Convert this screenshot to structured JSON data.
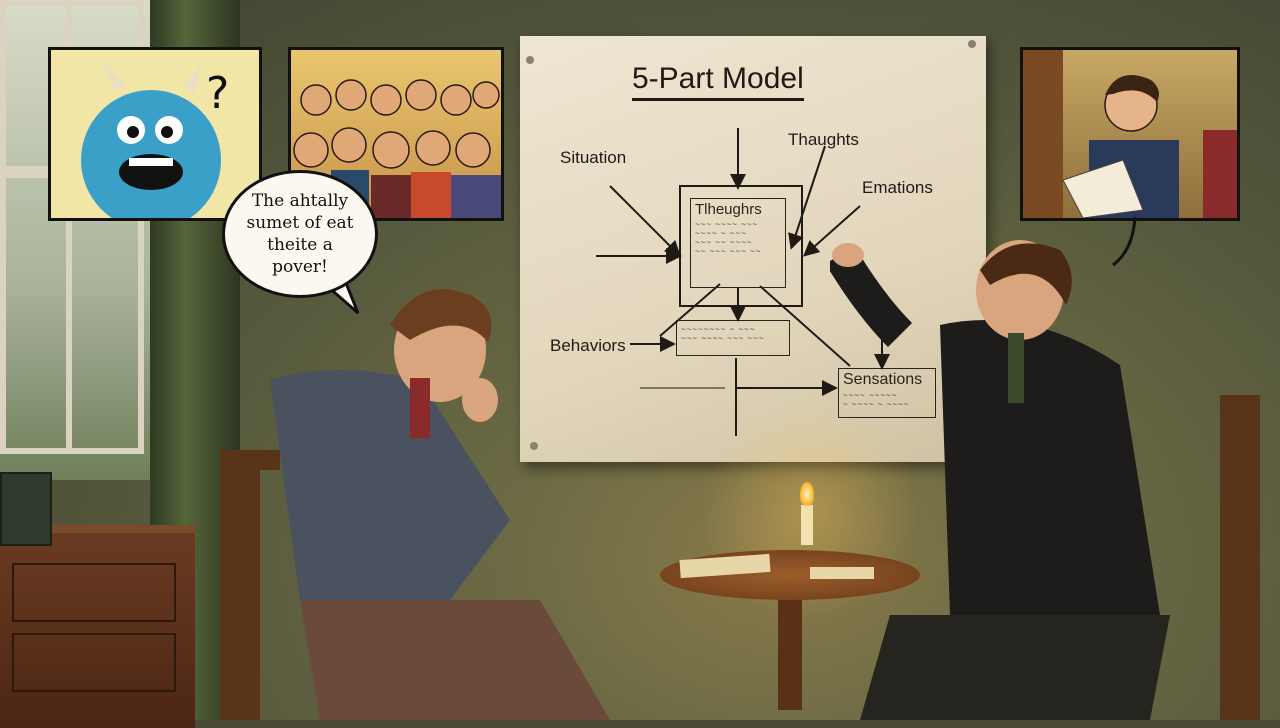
{
  "poster": {
    "title": "5-Part Model",
    "labels": {
      "situation": "Situation",
      "thoughts_top": "Thaughts",
      "emotions": "Emations",
      "behaviors": "Behaviors",
      "center_box_title": "Tlheughrs",
      "sensations": "Sensations"
    }
  },
  "speech_bubble": {
    "line1": "The ahtally",
    "line2": "sumet of eat",
    "line3": "theite a",
    "line4": "pover!"
  },
  "monster_panel": {
    "glyph": "?"
  },
  "colors": {
    "poster_paper": "#e6dcc4",
    "wall": "#5a5c3e",
    "ink": "#1f1a14"
  }
}
